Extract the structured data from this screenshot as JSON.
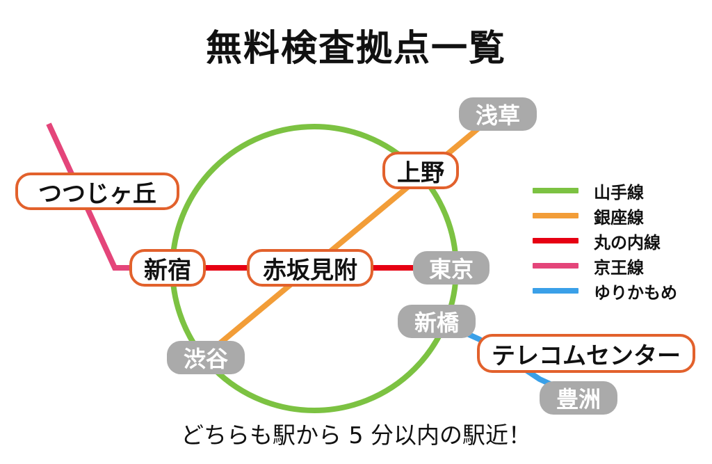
{
  "title": "無料検査拠点一覧",
  "footer": "どちらも駅から 5 分以内の駅近！",
  "colors": {
    "yamanote": "#7cc242",
    "ginza": "#f29d38",
    "marunouchi": "#e60012",
    "keio": "#e4457a",
    "yurikamome": "#3aa0e8",
    "highlight_border": "#e2612c",
    "normal_station_bg": "#aaaaaa"
  },
  "stations": {
    "tsutsujigaoka": "つつじヶ丘",
    "shinjuku": "新宿",
    "akasakamitsuke": "赤坂見附",
    "ueno": "上野",
    "asakusa": "浅草",
    "tokyo": "東京",
    "shinbashi": "新橋",
    "shibuya": "渋谷",
    "telecom_center": "テレコムセンター",
    "toyosu": "豊洲"
  },
  "legend": [
    {
      "label": "山手線",
      "color": "#7cc242"
    },
    {
      "label": "銀座線",
      "color": "#f29d38"
    },
    {
      "label": "丸の内線",
      "color": "#e60012"
    },
    {
      "label": "京王線",
      "color": "#e4457a"
    },
    {
      "label": "ゆりかもめ",
      "color": "#3aa0e8"
    }
  ]
}
